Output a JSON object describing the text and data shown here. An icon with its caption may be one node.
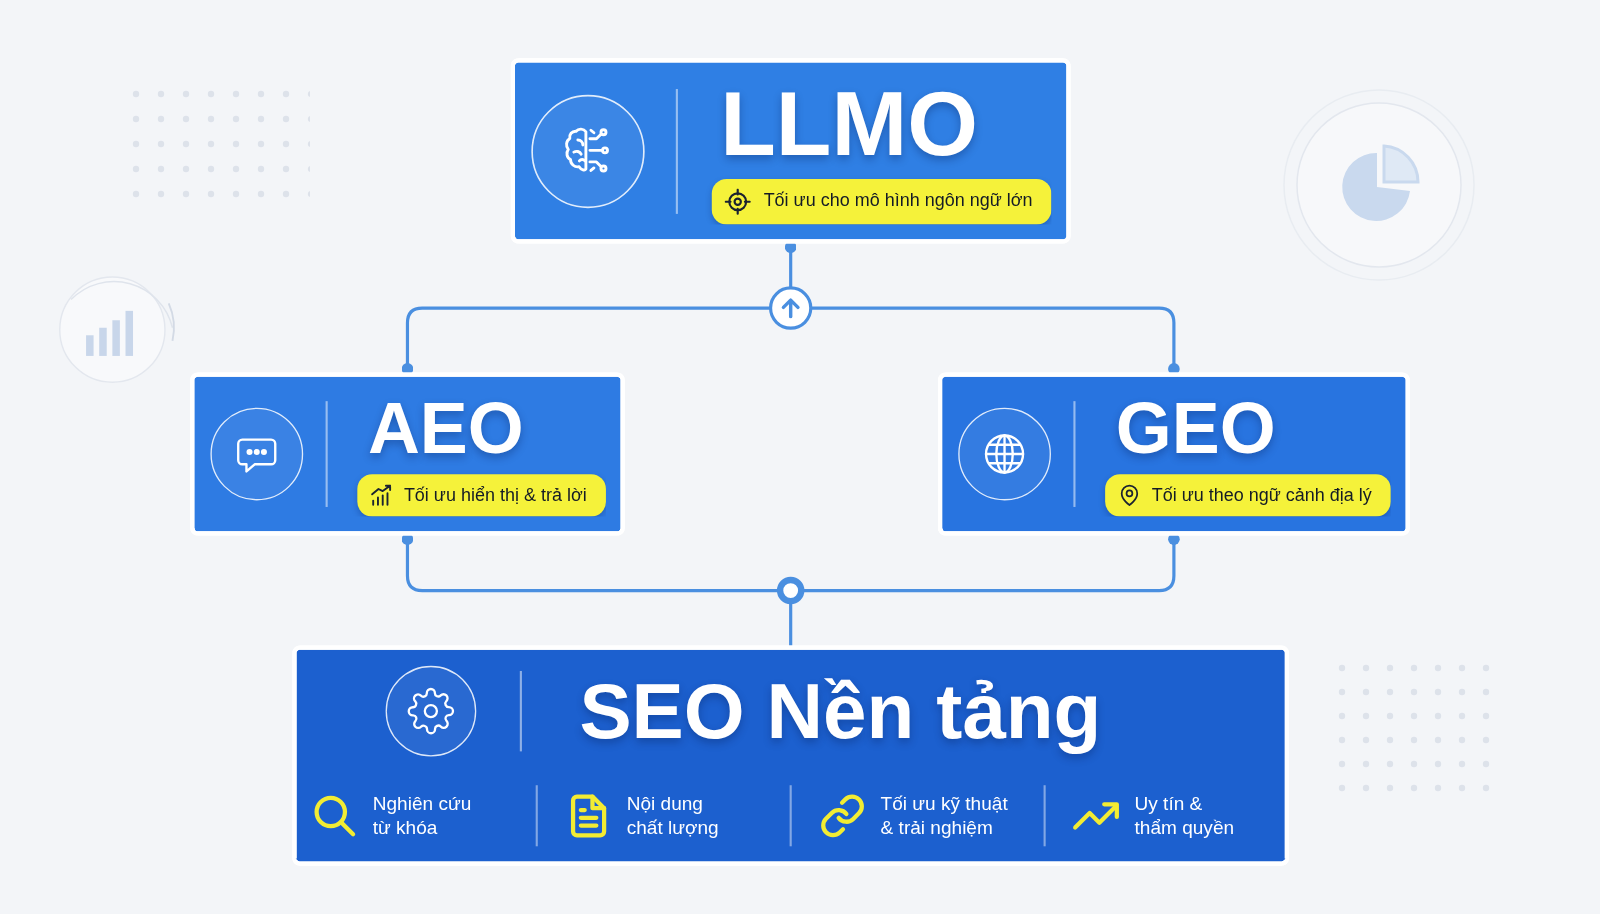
{
  "diagram": {
    "nodes": [
      {
        "text": [
          "LLMO",
          "Tối ưu cho mô hình ngôn ngữ lớn"
        ]
      },
      {
        "text": [],
        "shape": "circle"
      },
      {
        "text": [
          "AEO",
          "Tối ưu hiển thị & trả lời"
        ]
      },
      {
        "text": [
          "GEO",
          "Tối ưu theo ngữ cảnh địa lý"
        ]
      },
      {
        "text": [],
        "shape": "circle"
      },
      {
        "text": [
          "SEO Nền tảng",
          "Nghiên cứu từ khóa",
          "Nội dung chất lượng",
          "Tối ưu kỹ thuật & trải nghiệm",
          "Uy tín & thẩm quyền"
        ]
      }
    ],
    "edges": [
      {
        "from": 0,
        "to": 1,
        "arrow": "other"
      },
      {
        "from": 1,
        "to": 2,
        "arrow": "other"
      },
      {
        "from": 1,
        "to": 3,
        "arrow": "other"
      },
      {
        "from": 2,
        "to": 4,
        "arrow": "other"
      },
      {
        "from": 3,
        "to": 4,
        "arrow": "other"
      },
      {
        "from": 4,
        "to": 5,
        "arrow": "none"
      }
    ]
  }
}
